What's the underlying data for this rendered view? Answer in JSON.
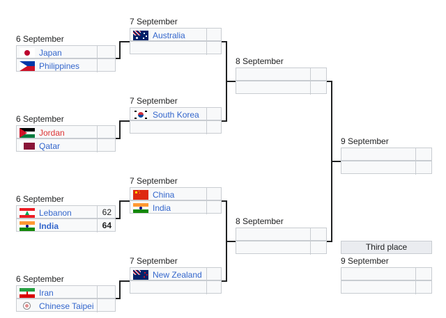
{
  "bracket": {
    "round1": [
      {
        "date": "6 September",
        "teams": [
          {
            "name": "Japan",
            "flag": "japan-flag",
            "score": "",
            "link_color": "blue",
            "winner": false
          },
          {
            "name": "Philippines",
            "flag": "philippines-flag",
            "score": "",
            "link_color": "blue",
            "winner": false
          }
        ]
      },
      {
        "date": "6 September",
        "teams": [
          {
            "name": "Jordan",
            "flag": "jordan-flag",
            "score": "",
            "link_color": "red",
            "winner": false
          },
          {
            "name": "Qatar",
            "flag": "qatar-flag",
            "score": "",
            "link_color": "blue",
            "winner": false
          }
        ]
      },
      {
        "date": "6 September",
        "teams": [
          {
            "name": "Lebanon",
            "flag": "lebanon-flag",
            "score": "62",
            "link_color": "blue",
            "winner": false
          },
          {
            "name": "India",
            "flag": "india-flag",
            "score": "64",
            "link_color": "blue",
            "winner": true
          }
        ]
      },
      {
        "date": "6 September",
        "teams": [
          {
            "name": "Iran",
            "flag": "iran-flag",
            "score": "",
            "link_color": "blue",
            "winner": false
          },
          {
            "name": "Chinese Taipei",
            "flag": "chinese-taipei-flag",
            "score": "",
            "link_color": "blue",
            "winner": false
          }
        ]
      }
    ],
    "round2": [
      {
        "date": "7 September",
        "teams": [
          {
            "name": "Australia",
            "flag": "australia-flag",
            "score": ""
          },
          {
            "name": "",
            "flag": "",
            "score": ""
          }
        ]
      },
      {
        "date": "7 September",
        "teams": [
          {
            "name": "South Korea",
            "flag": "south-korea-flag",
            "score": ""
          },
          {
            "name": "",
            "flag": "",
            "score": ""
          }
        ]
      },
      {
        "date": "7 September",
        "teams": [
          {
            "name": "China",
            "flag": "china-flag",
            "score": ""
          },
          {
            "name": "India",
            "flag": "india-flag",
            "score": ""
          }
        ]
      },
      {
        "date": "7 September",
        "teams": [
          {
            "name": "New Zealand",
            "flag": "new-zealand-flag",
            "score": ""
          },
          {
            "name": "",
            "flag": "",
            "score": ""
          }
        ]
      }
    ],
    "semifinals": [
      {
        "date": "8 September",
        "teams": [
          {
            "name": "",
            "score": ""
          },
          {
            "name": "",
            "score": ""
          }
        ]
      },
      {
        "date": "8 September",
        "teams": [
          {
            "name": "",
            "score": ""
          },
          {
            "name": "",
            "score": ""
          }
        ]
      }
    ],
    "final": {
      "date": "9 September",
      "teams": [
        {
          "name": "",
          "score": ""
        },
        {
          "name": "",
          "score": ""
        }
      ]
    },
    "third_place": {
      "header": "Third place",
      "date": "9 September",
      "teams": [
        {
          "name": "",
          "score": ""
        },
        {
          "name": "",
          "score": ""
        }
      ]
    }
  },
  "colors": {
    "link_blue": "#3366cc",
    "link_red": "#dd3333",
    "cell_bg": "#f8f9fa",
    "border": "#c8ccd1",
    "line": "#202122"
  }
}
